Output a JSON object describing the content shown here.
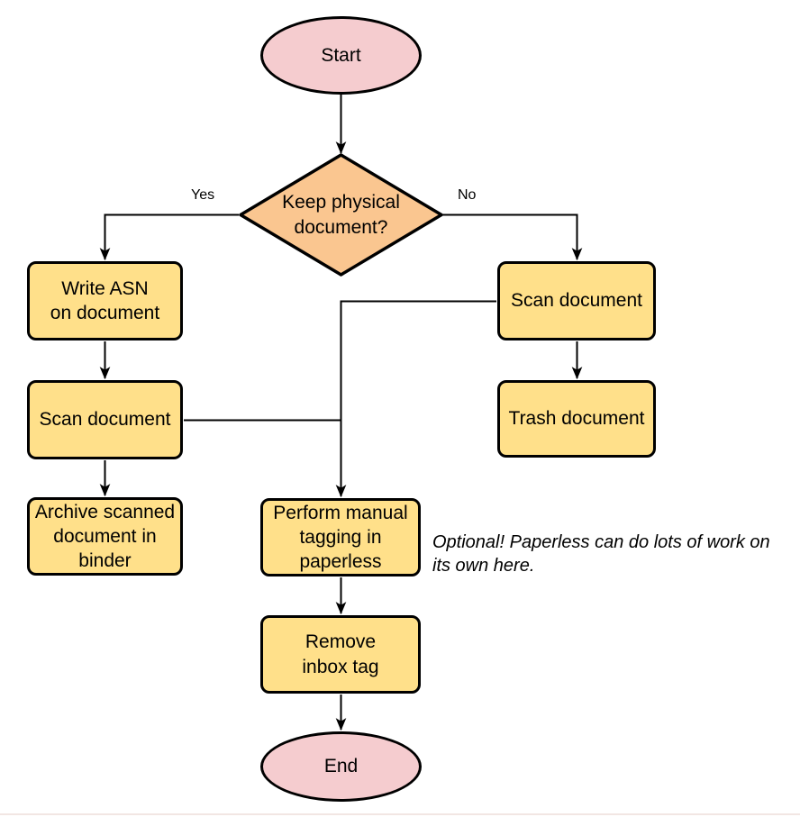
{
  "flowchart": {
    "nodes": [
      {
        "id": "start",
        "type": "terminator",
        "label": "Start"
      },
      {
        "id": "decision",
        "type": "decision",
        "label": "Keep physical\ndocument?"
      },
      {
        "id": "write-asn",
        "type": "process",
        "label": "Write ASN\non document"
      },
      {
        "id": "scan-left",
        "type": "process",
        "label": "Scan document"
      },
      {
        "id": "archive",
        "type": "process",
        "label": "Archive scanned\ndocument in\nbinder"
      },
      {
        "id": "scan-right",
        "type": "process",
        "label": "Scan document"
      },
      {
        "id": "trash",
        "type": "process",
        "label": "Trash document"
      },
      {
        "id": "perform-tagging",
        "type": "process",
        "label": "Perform manual\ntagging in\npaperless"
      },
      {
        "id": "remove-inbox-tag",
        "type": "process",
        "label": "Remove\ninbox tag"
      },
      {
        "id": "end",
        "type": "terminator",
        "label": "End"
      }
    ],
    "edges": [
      {
        "from": "start",
        "to": "decision"
      },
      {
        "from": "decision",
        "to": "write-asn",
        "label": "Yes"
      },
      {
        "from": "decision",
        "to": "scan-right",
        "label": "No"
      },
      {
        "from": "write-asn",
        "to": "scan-left"
      },
      {
        "from": "scan-left",
        "to": "archive"
      },
      {
        "from": "scan-right",
        "to": "trash"
      },
      {
        "from": "scan-right",
        "to": "perform-tagging"
      },
      {
        "from": "scan-left",
        "to": "perform-tagging"
      },
      {
        "from": "perform-tagging",
        "to": "remove-inbox-tag"
      },
      {
        "from": "remove-inbox-tag",
        "to": "end"
      }
    ],
    "annotation": "Optional! Paperless can do lots of work on\nits own here.",
    "colors": {
      "terminator_fill": "#f5cccf",
      "decision_fill": "#fac690",
      "process_fill": "#ffe08a",
      "stroke": "#000000"
    }
  }
}
